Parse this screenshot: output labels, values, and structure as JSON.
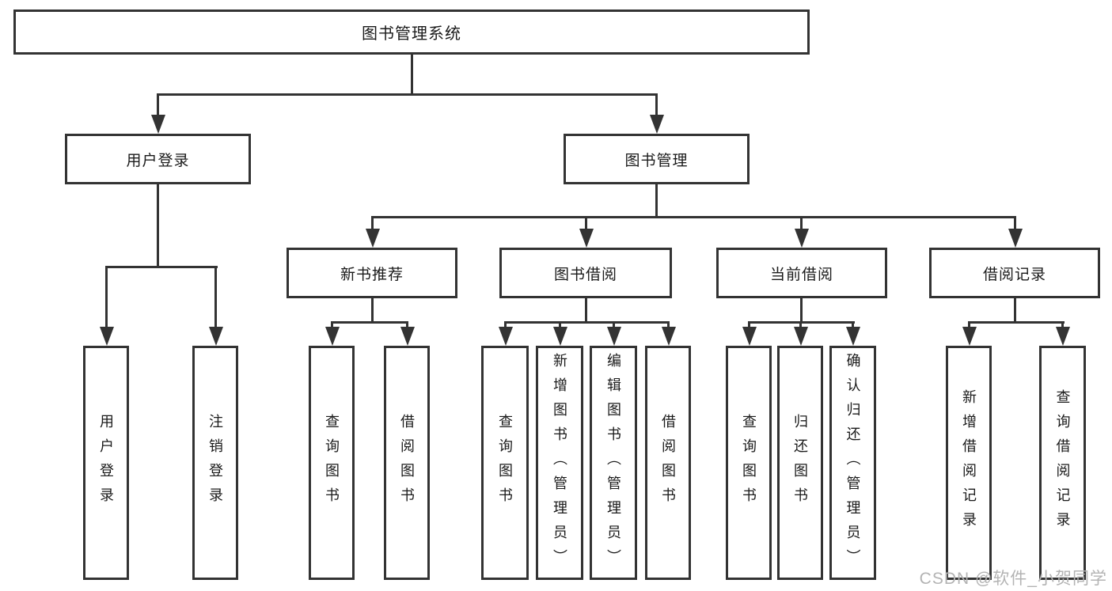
{
  "nodes": {
    "root": "图书管理系统",
    "user_login": "用户登录",
    "book_mgmt": "图书管理",
    "new_book_rec": "新书推荐",
    "book_borrow": "图书借阅",
    "current_borrow": "当前借阅",
    "borrow_records": "借阅记录",
    "leaf_user_login": "用户登录",
    "leaf_logout": "注销登录",
    "nbr_query_book": "查询图书",
    "nbr_borrow_book": "借阅图书",
    "bb_query_book": "查询图书",
    "bb_add_book": "新增图书（管理员）",
    "bb_edit_book": "编辑图书（管理员）",
    "bb_borrow_book": "借阅图书",
    "cb_query_book": "查询图书",
    "cb_return_book": "归还图书",
    "cb_confirm_return": "确认归还（管理员）",
    "br_add_record": "新增借阅记录",
    "br_query_record": "查询借阅记录"
  },
  "hierarchy": {
    "图书管理系统": {
      "用户登录": [
        "用户登录",
        "注销登录"
      ],
      "图书管理": {
        "新书推荐": [
          "查询图书",
          "借阅图书"
        ],
        "图书借阅": [
          "查询图书",
          "新增图书（管理员）",
          "编辑图书（管理员）",
          "借阅图书"
        ],
        "当前借阅": [
          "查询图书",
          "归还图书",
          "确认归还（管理员）"
        ],
        "借阅记录": [
          "新增借阅记录",
          "查询借阅记录"
        ]
      }
    }
  },
  "watermark": "CSDN @软件_小贺同学",
  "colors": {
    "line": "#333333",
    "box_border": "#333333",
    "box_fill": "#ffffff",
    "text": "#1a1a1a",
    "watermark": "#b3b3b3",
    "background": "#ffffff"
  }
}
